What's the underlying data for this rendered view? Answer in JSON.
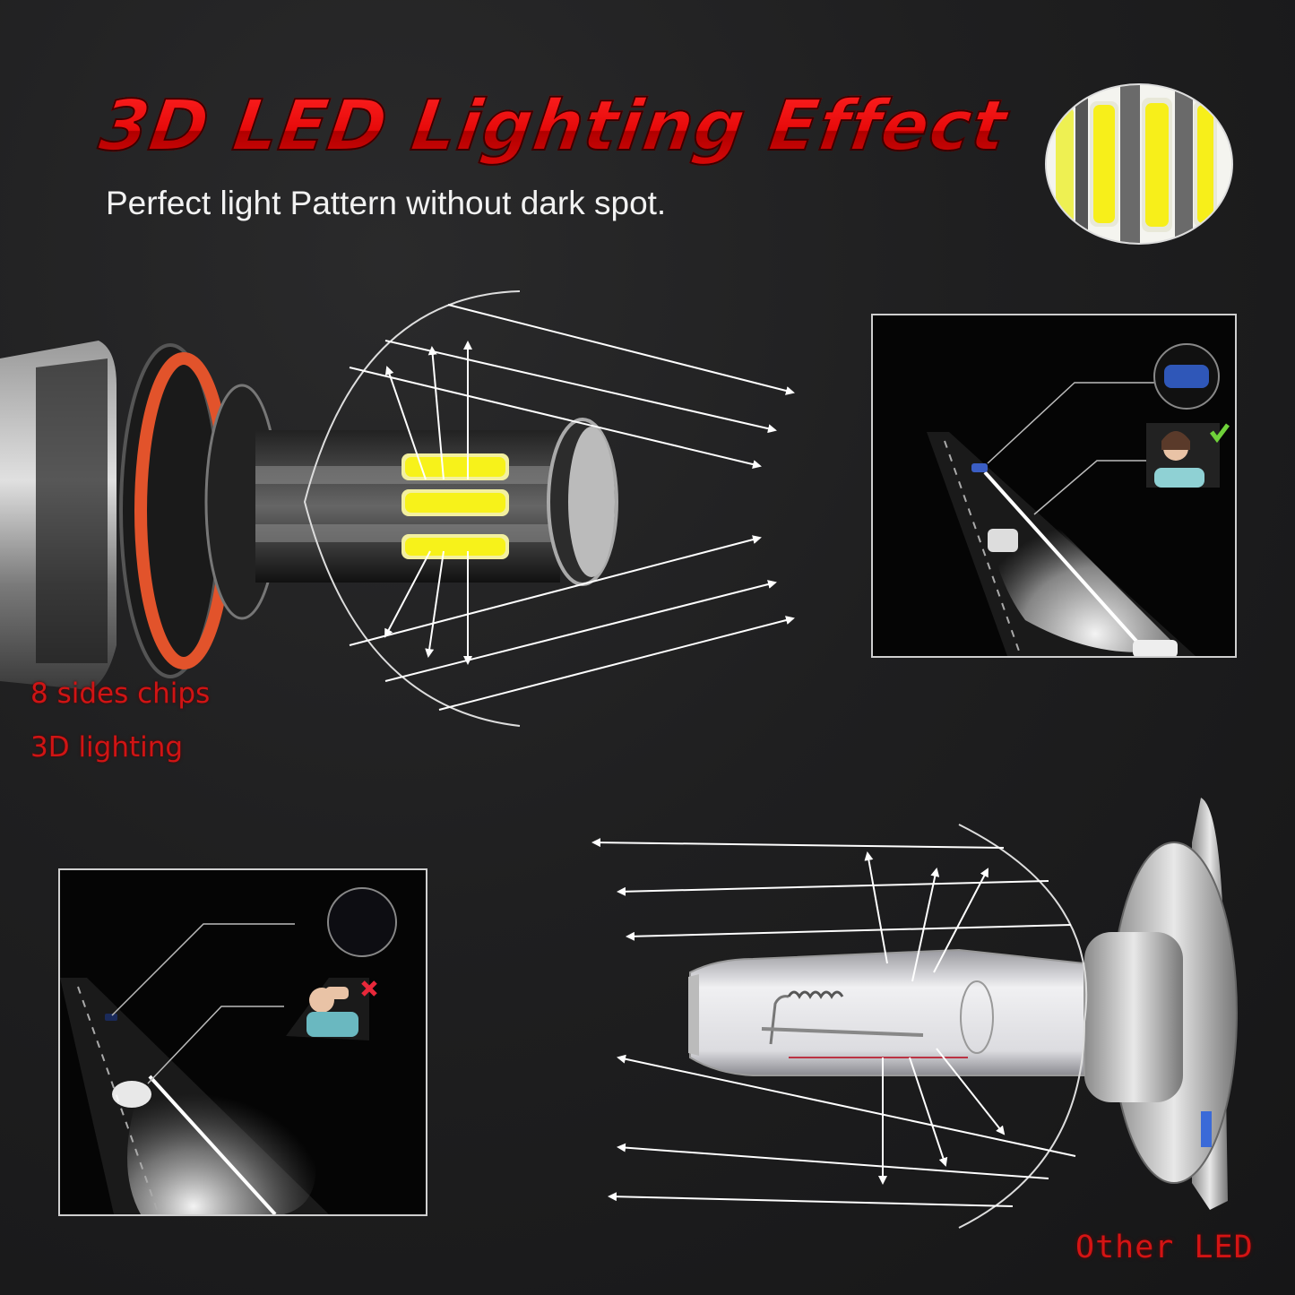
{
  "header": {
    "title": "3D LED Lighting Effect",
    "subtitle": "Perfect light Pattern without dark spot."
  },
  "led_section": {
    "features": [
      "8 sides chips",
      "3D lighting"
    ],
    "chip_closeup": "led-chip-closeup",
    "scene": {
      "description": "night-road-led-beam-scene",
      "status_icon": "green-checkmark-icon"
    }
  },
  "halogen_section": {
    "label": "Other LED",
    "scene": {
      "description": "night-road-glare-scene",
      "status_icon": "red-x-icon"
    }
  },
  "colors": {
    "background": "#1e1e1f",
    "headline_red": "#e30c0c",
    "label_red": "#d01414",
    "chip_yellow": "#f7f21a",
    "seal_orange": "#e2532b",
    "check_green": "#6fd13a",
    "cross_red": "#e8283a"
  }
}
